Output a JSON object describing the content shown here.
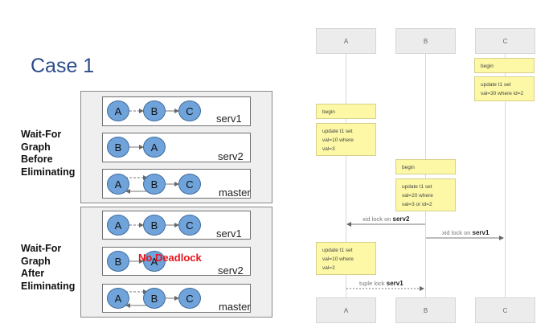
{
  "title": "Case 1",
  "colors": {
    "title": "#2b4c8c",
    "node_fill": "#6fa3da",
    "no_deadlock": "#e8141c",
    "note_fill": "#fdf8a6"
  },
  "left": {
    "groups": [
      {
        "label_lines": [
          "Wait-For",
          "Graph",
          "Before",
          "Eliminating"
        ],
        "rows": [
          {
            "server": "serv1",
            "nodes": [
              "A",
              "B",
              "C"
            ]
          },
          {
            "server": "serv2",
            "nodes": [
              "B",
              "A"
            ]
          },
          {
            "server": "master",
            "nodes": [
              "A",
              "B",
              "C"
            ]
          }
        ]
      },
      {
        "label_lines": [
          "Wait-For",
          "Graph",
          "After",
          "Eliminating"
        ],
        "rows": [
          {
            "server": "serv1",
            "nodes": [
              "A",
              "B",
              "C"
            ]
          },
          {
            "server": "serv2",
            "nodes": [
              "B",
              "A"
            ],
            "overlay": "No Deadlock"
          },
          {
            "server": "master",
            "nodes": [
              "A",
              "B",
              "C"
            ]
          }
        ]
      }
    ]
  },
  "sequence": {
    "participants": [
      "A",
      "B",
      "C"
    ],
    "notes": [
      {
        "participant": "C",
        "lines": [
          "begin"
        ]
      },
      {
        "participant": "C",
        "lines": [
          "update t1 set",
          "val=30 where id=2"
        ]
      },
      {
        "participant": "A",
        "lines": [
          "begin"
        ]
      },
      {
        "participant": "A",
        "lines": [
          "update t1 set",
          "val=10 where",
          "val=3"
        ]
      },
      {
        "participant": "B",
        "lines": [
          "begin"
        ]
      },
      {
        "participant": "B",
        "lines": [
          "update t1 set",
          "val=20 where",
          "val=3 or id=2"
        ]
      },
      {
        "participant": "A",
        "lines": [
          "update t1 set",
          "val=10 where",
          "val=2"
        ]
      }
    ],
    "messages": [
      {
        "from": "B",
        "to": "A",
        "text": "xid lock on",
        "server": "serv2",
        "style": "solid"
      },
      {
        "from": "B",
        "to": "C",
        "text": "xid lock on",
        "server": "serv1",
        "style": "solid"
      },
      {
        "from": "A",
        "to": "B",
        "text": "tuple lock",
        "server": "serv1",
        "style": "dashed"
      }
    ]
  }
}
